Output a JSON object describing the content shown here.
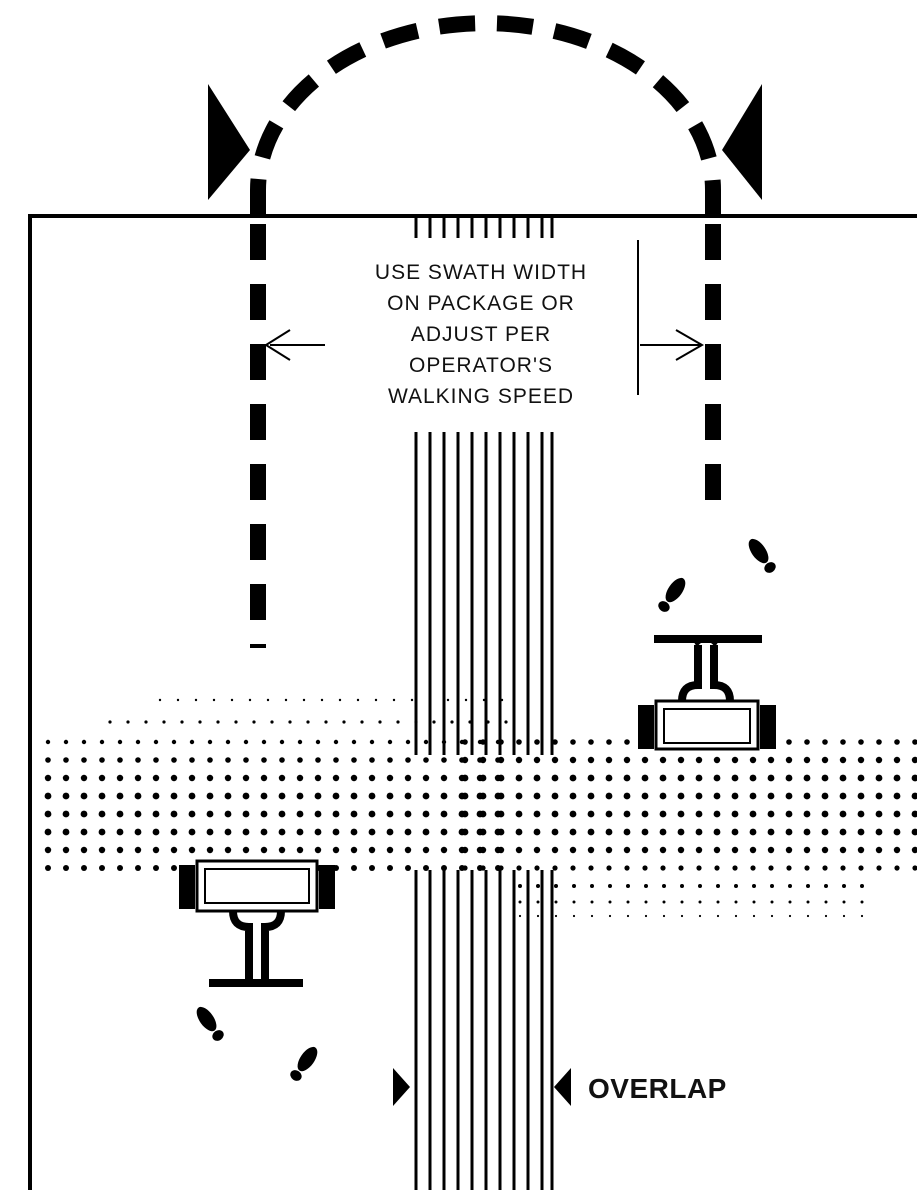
{
  "instruction": {
    "lines": [
      "USE SWATH WIDTH",
      "ON PACKAGE OR",
      "ADJUST PER",
      "OPERATOR'S",
      "WALKING SPEED"
    ]
  },
  "overlap_label": "OVERLAP",
  "colors": {
    "ink": "#000000",
    "background": "#ffffff"
  },
  "icons": [
    "direction-arrow-icon",
    "spreader-icon",
    "footprint-icon",
    "overlap-arrow-icon"
  ]
}
